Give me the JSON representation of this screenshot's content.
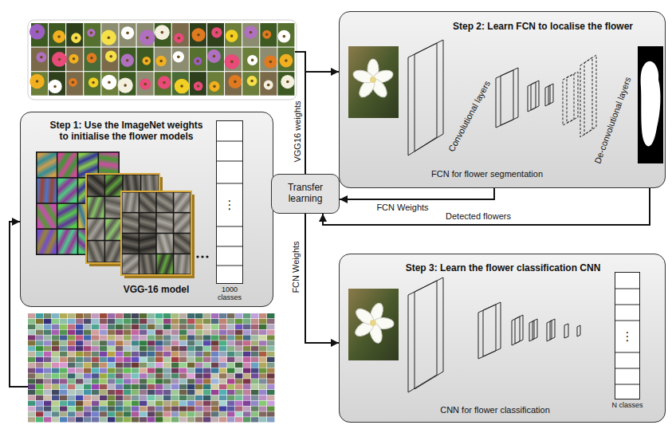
{
  "diagram": {
    "nodes": [
      {
        "text": [
          "Step 2: Learn FCN to localise the flower",
          "Convolutional layers",
          "De-convolutional layers",
          "FCN for flower segmentation"
        ]
      },
      {
        "text": [
          "Step 1: Use the ImageNet weights to initialise the flower models",
          "VGG-16 model"
        ]
      },
      {
        "text": [
          "⋮",
          "1000 classes"
        ],
        "in": 1
      },
      {
        "text": [
          "Transfer learning"
        ]
      },
      {
        "text": [
          "Step 3: Learn the flower classification CNN",
          "CNN for flower classification"
        ]
      },
      {
        "text": [
          "⋮",
          "N classes"
        ],
        "in": 4
      }
    ],
    "edges": [
      {
        "from": 3,
        "to": 0,
        "arrow": "to",
        "label": "VGG16 weights"
      },
      {
        "from": 0,
        "to": 3,
        "arrow": "to",
        "label": "FCN Weights"
      },
      {
        "from": 0,
        "to": 3,
        "arrow": "to",
        "label": "Detected flowers"
      },
      {
        "from": 3,
        "to": 4,
        "arrow": "to",
        "label": "FCN Weights"
      }
    ]
  }
}
